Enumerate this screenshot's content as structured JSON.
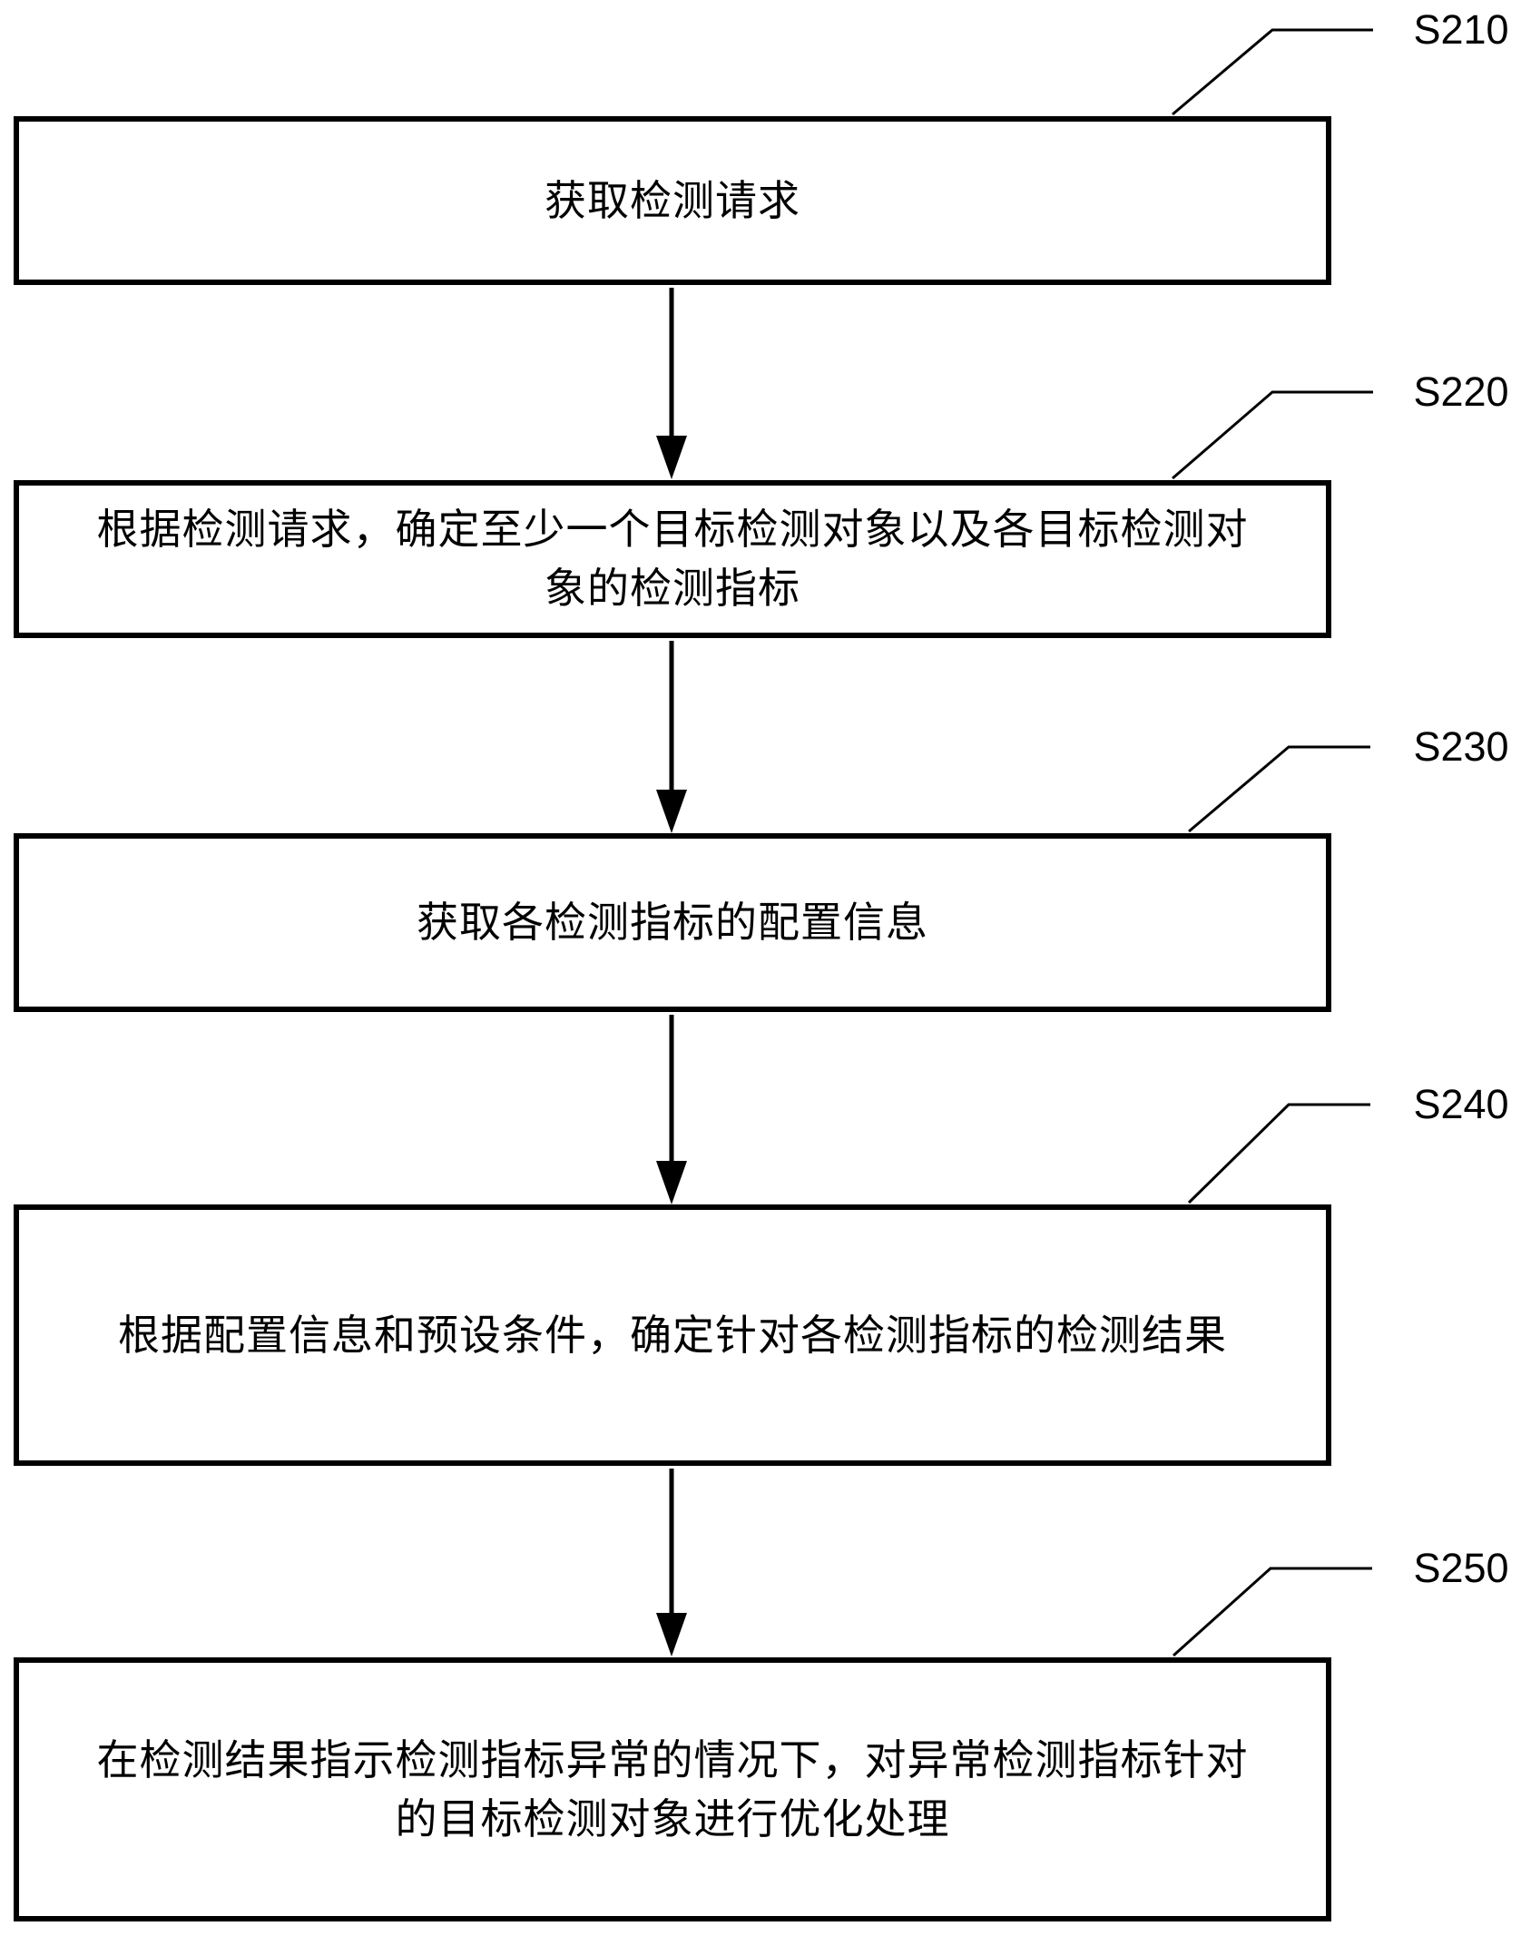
{
  "flowchart": {
    "colors": {
      "background": "#ffffff",
      "line": "#000000",
      "text": "#000000"
    },
    "steps": [
      {
        "id": "S210",
        "text": "获取检测请求"
      },
      {
        "id": "S220",
        "text": "根据检测请求，确定至少一个目标检测对象以及各目标检测对象的检测指标"
      },
      {
        "id": "S230",
        "text": "获取各检测指标的配置信息"
      },
      {
        "id": "S240",
        "text": "根据配置信息和预设条件，确定针对各检测指标的检测结果"
      },
      {
        "id": "S250",
        "text": "在检测结果指示检测指标异常的情况下，对异常检测指标针对的目标检测对象进行优化处理"
      }
    ]
  }
}
